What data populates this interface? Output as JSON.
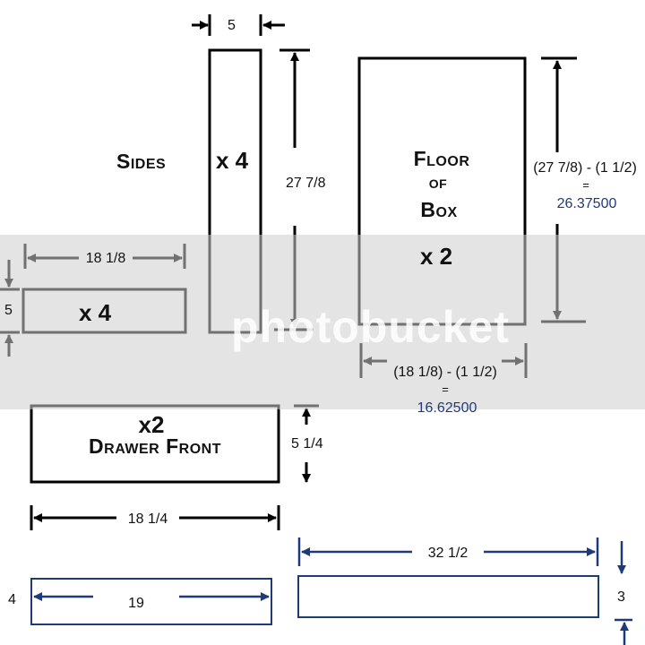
{
  "watermark": {
    "text": "photobucket"
  },
  "sides": {
    "title": "Sides",
    "count": "x 4",
    "width": "5",
    "height": "27 7/8"
  },
  "floor": {
    "title_line1": "Floor",
    "title_line2": "of",
    "title_line3": "Box",
    "count": "x 2",
    "height_formula": "(27 7/8) - (1 1/2)",
    "height_eq": "=",
    "height_result": "26.37500",
    "width_formula": "(18 1/8) - (1 1/2)",
    "width_eq": "=",
    "width_result": "16.62500"
  },
  "small_panel": {
    "count": "x 4",
    "width": "18 1/8",
    "height": "5"
  },
  "drawer_front": {
    "count": "x2",
    "title": "Drawer Front",
    "height": "5 1/4",
    "width": "18 1/4"
  },
  "strip_left": {
    "width": "19",
    "height": "4"
  },
  "strip_right": {
    "width": "32 1/2",
    "height": "3"
  },
  "colors": {
    "line": "#000000",
    "blue": "#1f3a78",
    "watermark_band": "#cdcdcd"
  }
}
